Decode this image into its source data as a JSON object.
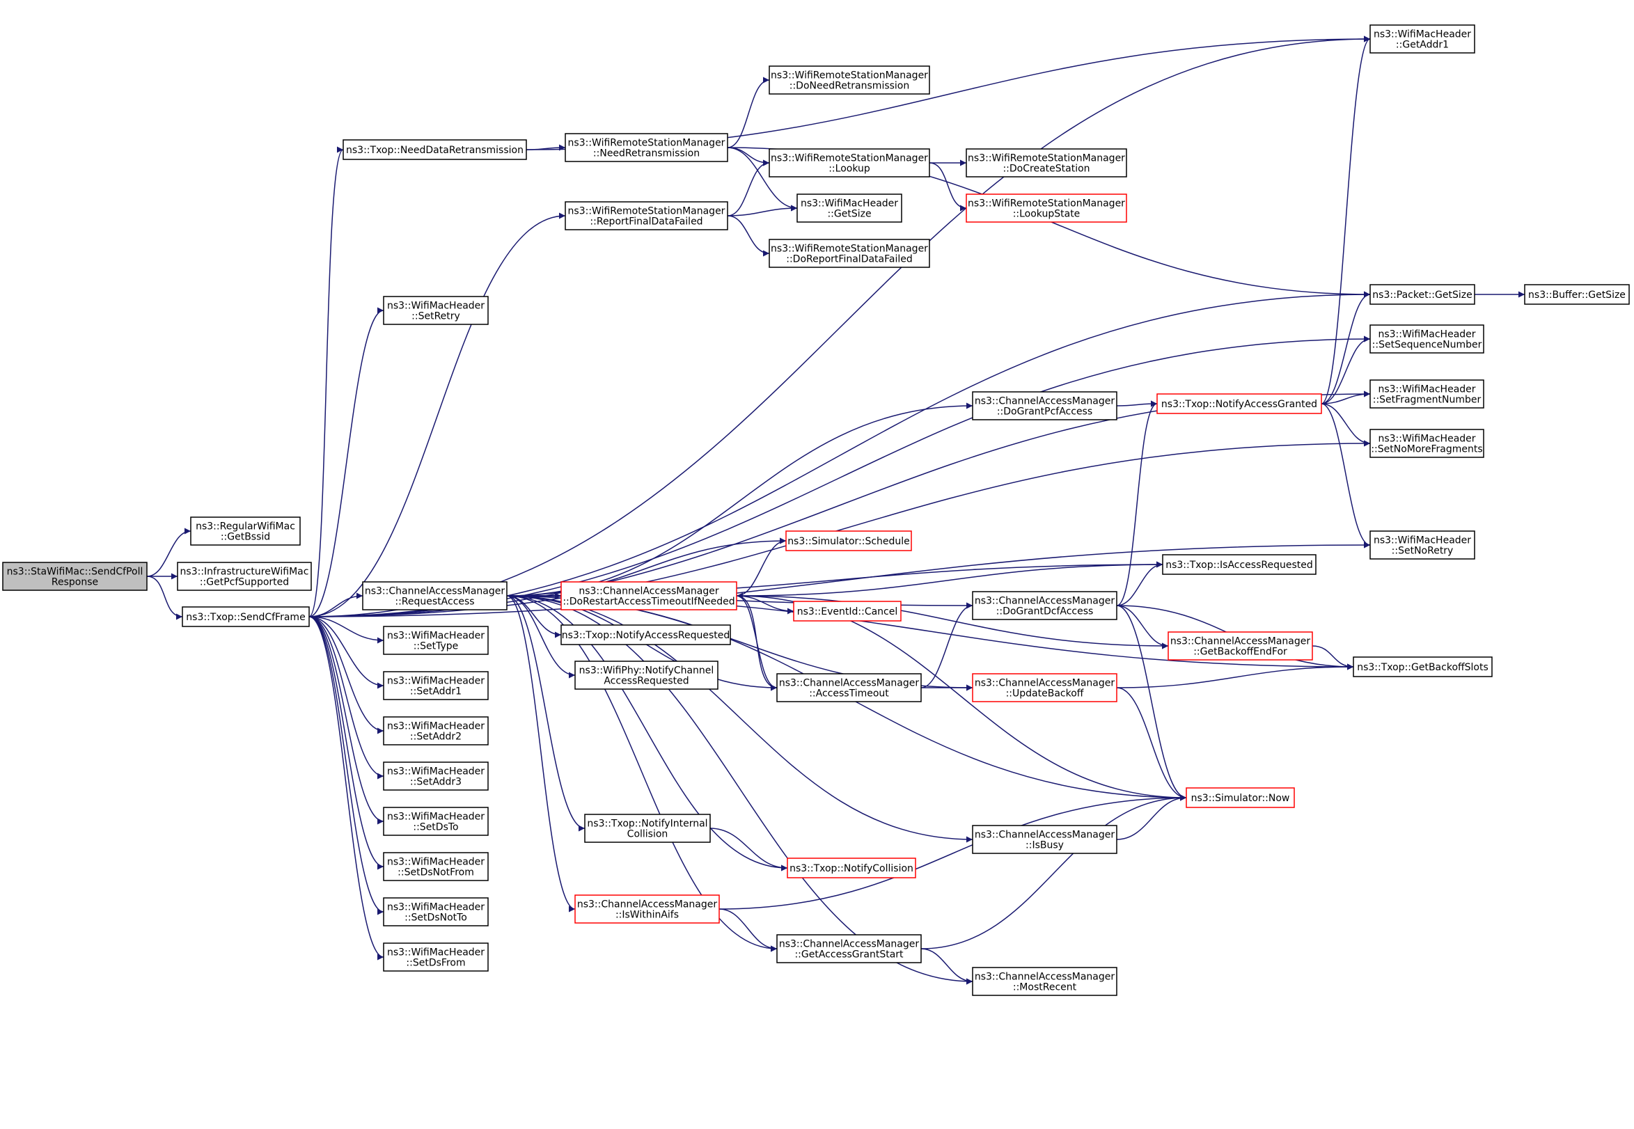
{
  "diagram": {
    "colors": {
      "edge": "#191970",
      "border": "#000000",
      "highlight_border": "#ff0000",
      "root_fill": "#bfbfbf",
      "fill": "#ffffff"
    },
    "nodes": [
      {
        "id": "root",
        "lines": [
          "ns3::StaWifiMac::SendCfPoll",
          "Response"
        ],
        "style": "root"
      },
      {
        "id": "getbssid",
        "lines": [
          "ns3::RegularWifiMac",
          "::GetBssid"
        ],
        "style": "normal"
      },
      {
        "id": "getpcf",
        "lines": [
          "ns3::InfrastructureWifiMac",
          "::GetPcfSupported"
        ],
        "style": "normal"
      },
      {
        "id": "sendcf",
        "lines": [
          "ns3::Txop::SendCfFrame"
        ],
        "style": "normal"
      },
      {
        "id": "needdata",
        "lines": [
          "ns3::Txop::NeedDataRetransmission"
        ],
        "style": "normal"
      },
      {
        "id": "needretx",
        "lines": [
          "ns3::WifiRemoteStationManager",
          "::NeedRetransmission"
        ],
        "style": "normal"
      },
      {
        "id": "doneed",
        "lines": [
          "ns3::WifiRemoteStationManager",
          "::DoNeedRetransmission"
        ],
        "style": "normal"
      },
      {
        "id": "lookup",
        "lines": [
          "ns3::WifiRemoteStationManager",
          "::Lookup"
        ],
        "style": "normal"
      },
      {
        "id": "docreate",
        "lines": [
          "ns3::WifiRemoteStationManager",
          "::DoCreateStation"
        ],
        "style": "normal"
      },
      {
        "id": "lookupstate",
        "lines": [
          "ns3::WifiRemoteStationManager",
          "::LookupState"
        ],
        "style": "red"
      },
      {
        "id": "reportfinal",
        "lines": [
          "ns3::WifiRemoteStationManager",
          "::ReportFinalDataFailed"
        ],
        "style": "normal"
      },
      {
        "id": "hdrgetsize",
        "lines": [
          "ns3::WifiMacHeader",
          "::GetSize"
        ],
        "style": "normal"
      },
      {
        "id": "doreport",
        "lines": [
          "ns3::WifiRemoteStationManager",
          "::DoReportFinalDataFailed"
        ],
        "style": "normal"
      },
      {
        "id": "getaddr1",
        "lines": [
          "ns3::WifiMacHeader",
          "::GetAddr1"
        ],
        "style": "normal"
      },
      {
        "id": "pktsize",
        "lines": [
          "ns3::Packet::GetSize"
        ],
        "style": "normal"
      },
      {
        "id": "bufsize",
        "lines": [
          "ns3::Buffer::GetSize"
        ],
        "style": "normal"
      },
      {
        "id": "setretry",
        "lines": [
          "ns3::WifiMacHeader",
          "::SetRetry"
        ],
        "style": "normal"
      },
      {
        "id": "setseq",
        "lines": [
          "ns3::WifiMacHeader",
          "::SetSequenceNumber"
        ],
        "style": "normal"
      },
      {
        "id": "setfrag",
        "lines": [
          "ns3::WifiMacHeader",
          "::SetFragmentNumber"
        ],
        "style": "normal"
      },
      {
        "id": "setnomore",
        "lines": [
          "ns3::WifiMacHeader",
          "::SetNoMoreFragments"
        ],
        "style": "normal"
      },
      {
        "id": "setnoretry",
        "lines": [
          "ns3::WifiMacHeader",
          "::SetNoRetry"
        ],
        "style": "normal"
      },
      {
        "id": "dograntpcf",
        "lines": [
          "ns3::ChannelAccessManager",
          "::DoGrantPcfAccess"
        ],
        "style": "normal"
      },
      {
        "id": "notifygranted",
        "lines": [
          "ns3::Txop::NotifyAccessGranted"
        ],
        "style": "red"
      },
      {
        "id": "schedule",
        "lines": [
          "ns3::Simulator::Schedule"
        ],
        "style": "red"
      },
      {
        "id": "isaccessreq",
        "lines": [
          "ns3::Txop::IsAccessRequested"
        ],
        "style": "normal"
      },
      {
        "id": "requestaccess",
        "lines": [
          "ns3::ChannelAccessManager",
          "::RequestAccess"
        ],
        "style": "normal"
      },
      {
        "id": "dorestart",
        "lines": [
          "ns3::ChannelAccessManager",
          "::DoRestartAccessTimeoutIfNeeded"
        ],
        "style": "red"
      },
      {
        "id": "cancel",
        "lines": [
          "ns3::EventId::Cancel"
        ],
        "style": "red"
      },
      {
        "id": "dograntdcf",
        "lines": [
          "ns3::ChannelAccessManager",
          "::DoGrantDcfAccess"
        ],
        "style": "normal"
      },
      {
        "id": "notifyaccessreq",
        "lines": [
          "ns3::Txop::NotifyAccessRequested"
        ],
        "style": "normal"
      },
      {
        "id": "getbackoffend",
        "lines": [
          "ns3::ChannelAccessManager",
          "::GetBackoffEndFor"
        ],
        "style": "red"
      },
      {
        "id": "getbackoffslots",
        "lines": [
          "ns3::Txop::GetBackoffSlots"
        ],
        "style": "normal"
      },
      {
        "id": "phynotify",
        "lines": [
          "ns3::WifiPhy::NotifyChannel",
          "AccessRequested"
        ],
        "style": "normal"
      },
      {
        "id": "accesstimeout",
        "lines": [
          "ns3::ChannelAccessManager",
          "::AccessTimeout"
        ],
        "style": "normal"
      },
      {
        "id": "updatebackoff",
        "lines": [
          "ns3::ChannelAccessManager",
          "::UpdateBackoff"
        ],
        "style": "red"
      },
      {
        "id": "settype",
        "lines": [
          "ns3::WifiMacHeader",
          "::SetType"
        ],
        "style": "normal"
      },
      {
        "id": "setaddr1",
        "lines": [
          "ns3::WifiMacHeader",
          "::SetAddr1"
        ],
        "style": "normal"
      },
      {
        "id": "setaddr2",
        "lines": [
          "ns3::WifiMacHeader",
          "::SetAddr2"
        ],
        "style": "normal"
      },
      {
        "id": "setaddr3",
        "lines": [
          "ns3::WifiMacHeader",
          "::SetAddr3"
        ],
        "style": "normal"
      },
      {
        "id": "now",
        "lines": [
          "ns3::Simulator::Now"
        ],
        "style": "red"
      },
      {
        "id": "setdsto",
        "lines": [
          "ns3::WifiMacHeader",
          "::SetDsTo"
        ],
        "style": "normal"
      },
      {
        "id": "notifyinternal",
        "lines": [
          "ns3::Txop::NotifyInternal",
          "Collision"
        ],
        "style": "normal"
      },
      {
        "id": "isbusy",
        "lines": [
          "ns3::ChannelAccessManager",
          "::IsBusy"
        ],
        "style": "normal"
      },
      {
        "id": "setdsnotfrom",
        "lines": [
          "ns3::WifiMacHeader",
          "::SetDsNotFrom"
        ],
        "style": "normal"
      },
      {
        "id": "notifycollision",
        "lines": [
          "ns3::Txop::NotifyCollision"
        ],
        "style": "red"
      },
      {
        "id": "setdsnotto",
        "lines": [
          "ns3::WifiMacHeader",
          "::SetDsNotTo"
        ],
        "style": "normal"
      },
      {
        "id": "iswithinaifs",
        "lines": [
          "ns3::ChannelAccessManager",
          "::IsWithinAifs"
        ],
        "style": "red"
      },
      {
        "id": "getaccessgrant",
        "lines": [
          "ns3::ChannelAccessManager",
          "::GetAccessGrantStart"
        ],
        "style": "normal"
      },
      {
        "id": "setdsfrom",
        "lines": [
          "ns3::WifiMacHeader",
          "::SetDsFrom"
        ],
        "style": "normal"
      },
      {
        "id": "mostrecent",
        "lines": [
          "ns3::ChannelAccessManager",
          "::MostRecent"
        ],
        "style": "normal"
      }
    ],
    "edges": [
      [
        "root",
        "getbssid"
      ],
      [
        "root",
        "getpcf"
      ],
      [
        "root",
        "sendcf"
      ],
      [
        "sendcf",
        "needdata"
      ],
      [
        "sendcf",
        "reportfinal"
      ],
      [
        "sendcf",
        "getaddr1"
      ],
      [
        "sendcf",
        "pktsize"
      ],
      [
        "sendcf",
        "setretry"
      ],
      [
        "sendcf",
        "setseq"
      ],
      [
        "sendcf",
        "setfrag"
      ],
      [
        "sendcf",
        "setnomore"
      ],
      [
        "sendcf",
        "requestaccess"
      ],
      [
        "sendcf",
        "settype"
      ],
      [
        "sendcf",
        "setaddr1"
      ],
      [
        "sendcf",
        "setaddr2"
      ],
      [
        "sendcf",
        "setaddr3"
      ],
      [
        "sendcf",
        "setdsto"
      ],
      [
        "sendcf",
        "setdsnotfrom"
      ],
      [
        "sendcf",
        "setdsnotto"
      ],
      [
        "sendcf",
        "setdsfrom"
      ],
      [
        "sendcf",
        "setnoretry"
      ],
      [
        "needdata",
        "getaddr1"
      ],
      [
        "needdata",
        "needretx"
      ],
      [
        "needretx",
        "doneed"
      ],
      [
        "needretx",
        "lookup"
      ],
      [
        "needretx",
        "hdrgetsize"
      ],
      [
        "needretx",
        "pktsize"
      ],
      [
        "lookup",
        "docreate"
      ],
      [
        "lookup",
        "lookupstate"
      ],
      [
        "reportfinal",
        "lookup"
      ],
      [
        "reportfinal",
        "hdrgetsize"
      ],
      [
        "reportfinal",
        "doreport"
      ],
      [
        "pktsize",
        "bufsize"
      ],
      [
        "requestaccess",
        "dograntpcf"
      ],
      [
        "requestaccess",
        "schedule"
      ],
      [
        "requestaccess",
        "isaccessreq"
      ],
      [
        "requestaccess",
        "dorestart"
      ],
      [
        "requestaccess",
        "notifyaccessreq"
      ],
      [
        "requestaccess",
        "phynotify"
      ],
      [
        "requestaccess",
        "dograntdcf"
      ],
      [
        "requestaccess",
        "accesstimeout"
      ],
      [
        "requestaccess",
        "updatebackoff"
      ],
      [
        "requestaccess",
        "now"
      ],
      [
        "requestaccess",
        "isbusy"
      ],
      [
        "requestaccess",
        "notifyinternal"
      ],
      [
        "requestaccess",
        "notifycollision"
      ],
      [
        "requestaccess",
        "iswithinaifs"
      ],
      [
        "requestaccess",
        "getaccessgrant"
      ],
      [
        "requestaccess",
        "mostrecent"
      ],
      [
        "requestaccess",
        "getbackoffslots"
      ],
      [
        "dograntpcf",
        "notifygranted"
      ],
      [
        "notifygranted",
        "getaddr1"
      ],
      [
        "notifygranted",
        "pktsize"
      ],
      [
        "notifygranted",
        "setseq"
      ],
      [
        "notifygranted",
        "setfrag"
      ],
      [
        "notifygranted",
        "setnomore"
      ],
      [
        "notifygranted",
        "setnoretry"
      ],
      [
        "dorestart",
        "schedule"
      ],
      [
        "dorestart",
        "isaccessreq"
      ],
      [
        "dorestart",
        "cancel"
      ],
      [
        "dorestart",
        "getbackoffend"
      ],
      [
        "dorestart",
        "now"
      ],
      [
        "dorestart",
        "accesstimeout"
      ],
      [
        "accesstimeout",
        "dorestart"
      ],
      [
        "accesstimeout",
        "dograntdcf"
      ],
      [
        "accesstimeout",
        "updatebackoff"
      ],
      [
        "dograntdcf",
        "notifygranted"
      ],
      [
        "dograntdcf",
        "isaccessreq"
      ],
      [
        "dograntdcf",
        "getbackoffend"
      ],
      [
        "dograntdcf",
        "getbackoffslots"
      ],
      [
        "dograntdcf",
        "now"
      ],
      [
        "getbackoffend",
        "getbackoffslots"
      ],
      [
        "updatebackoff",
        "getbackoffslots"
      ],
      [
        "updatebackoff",
        "now"
      ],
      [
        "isbusy",
        "now"
      ],
      [
        "notifyinternal",
        "notifycollision"
      ],
      [
        "iswithinaifs",
        "getaccessgrant"
      ],
      [
        "iswithinaifs",
        "now"
      ],
      [
        "getaccessgrant",
        "now"
      ],
      [
        "getaccessgrant",
        "mostrecent"
      ]
    ]
  }
}
